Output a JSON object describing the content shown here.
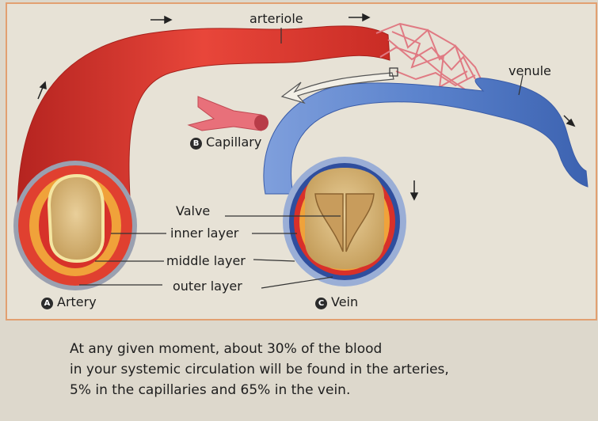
{
  "labels": {
    "arteriole": "arteriole",
    "venule": "venule",
    "capillary": "Capillary",
    "valve": "Valve",
    "inner_layer": "inner layer",
    "middle_layer": "middle layer",
    "outer_layer": "outer layer",
    "artery": "Artery",
    "vein": "Vein"
  },
  "badges": {
    "artery": "A",
    "capillary": "B",
    "vein": "C"
  },
  "caption": [
    "At any given moment, about 30% of the blood",
    "in your systemic circulation will be found in the arteries,",
    "5% in the capillaries and 65% in the vein."
  ],
  "colors": {
    "artery_red": "#e03a2e",
    "vein_blue": "#5a82cc",
    "page_bg": "#ddd8cc"
  }
}
